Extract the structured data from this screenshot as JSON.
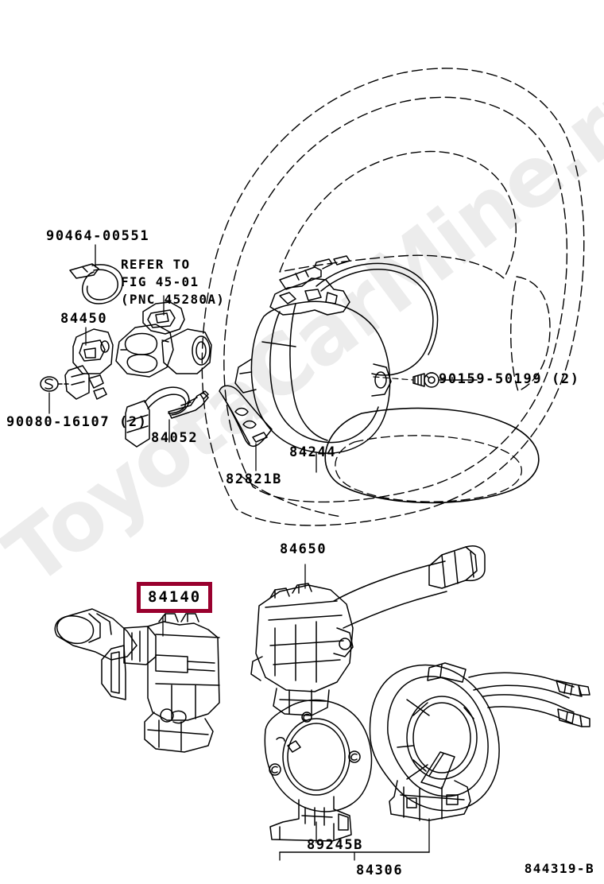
{
  "figure": {
    "id": "844319-B",
    "watermark": "ToyotaCarMine.ru",
    "highlight_color": "#99002e",
    "line_color": "#000000",
    "background": "#ffffff"
  },
  "callouts": {
    "clamp": "90464-00551",
    "refer_line1": "REFER TO",
    "refer_line2": "FIG 45-01",
    "refer_line3": "(PNC 45280A)",
    "ignition_switch": "84450",
    "screw_s": "90080-16107 (2)",
    "key_warning": "84052",
    "horn_button_cover": "82821B",
    "airbag_assy": "84244",
    "airbag_bolt": "90159-50199 (2)",
    "turn_signal_switch": "84140",
    "wiper_switch": "84650",
    "steering_angle_sensor": "89245B",
    "spiral_cable": "84306"
  },
  "highlighted_part": {
    "number": "84140",
    "is_selected": true
  }
}
